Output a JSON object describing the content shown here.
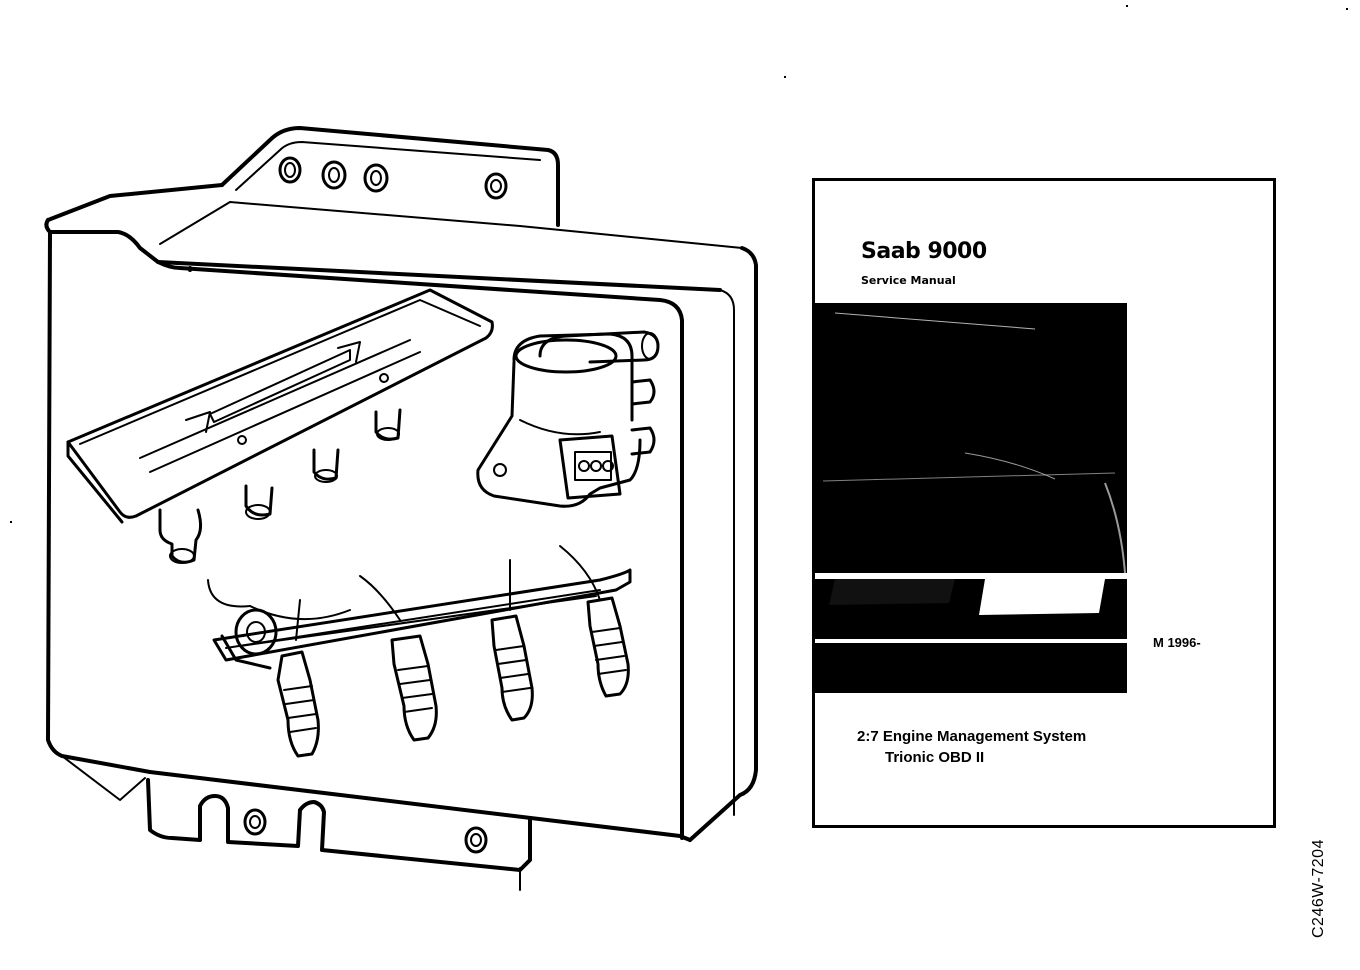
{
  "manual": {
    "title": "Saab 9000",
    "subtitle": "Service Manual",
    "model_year": "M 1996-",
    "section_line1": "2:7 Engine Management System",
    "section_line2": "Trionic OBD II"
  },
  "figure_code": "C246W-7204",
  "colors": {
    "ink": "#000000",
    "paper": "#ffffff"
  }
}
